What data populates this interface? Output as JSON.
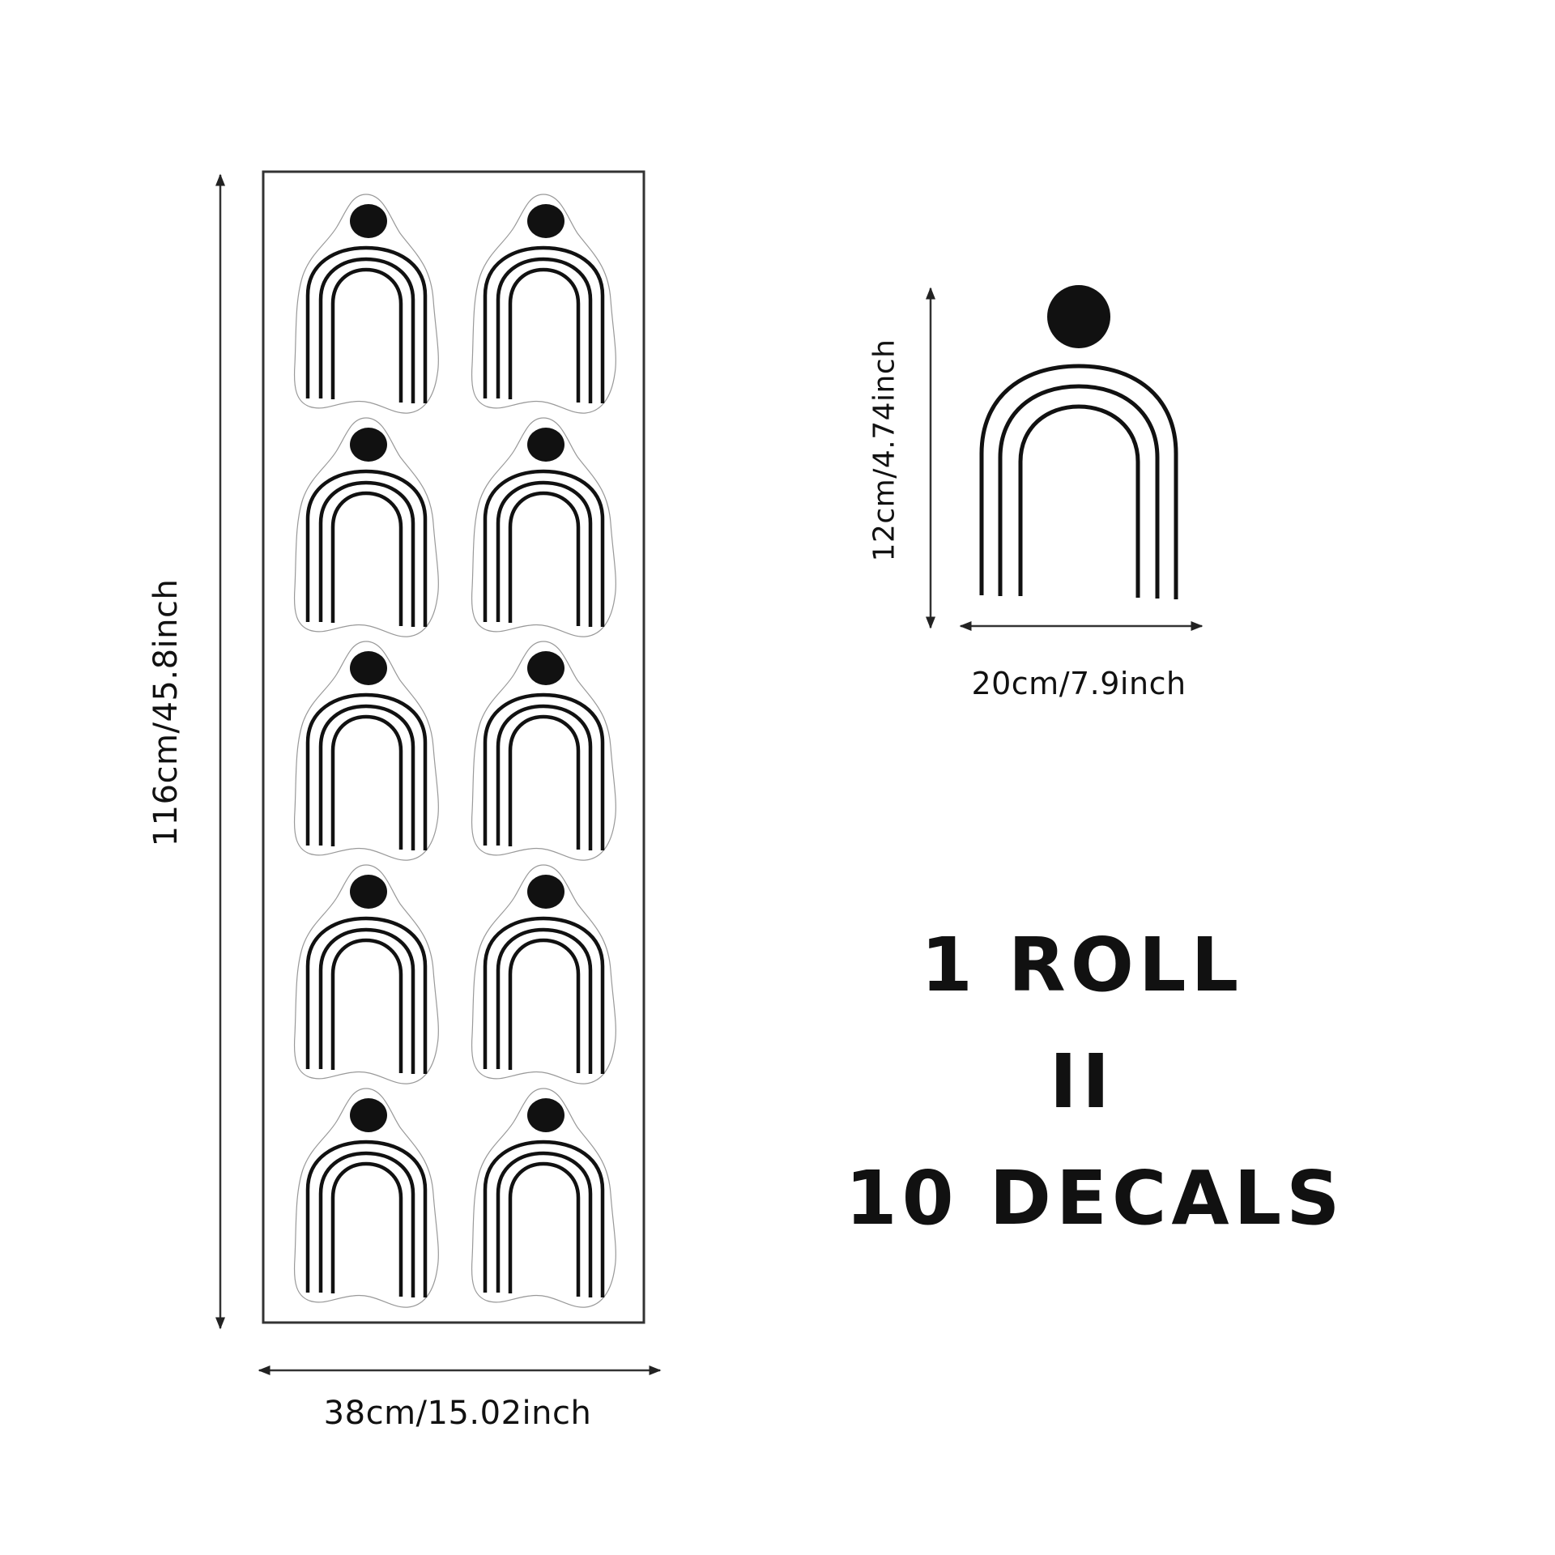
{
  "sheet": {
    "height_label": "116cm/45.8inch",
    "width_label": "38cm/15.02inch",
    "decal_count_shown": 10,
    "columns": 2,
    "rows": 5
  },
  "single_decal": {
    "height_label": "12cm/4.74inch",
    "width_label": "20cm/7.9inch"
  },
  "summary": {
    "line1": "1 ROLL",
    "line2": "II",
    "line3": "10 DECALS"
  },
  "colors": {
    "ink": "#111111",
    "outline": "#333333",
    "cut_line": "#999999",
    "background": "#ffffff"
  }
}
